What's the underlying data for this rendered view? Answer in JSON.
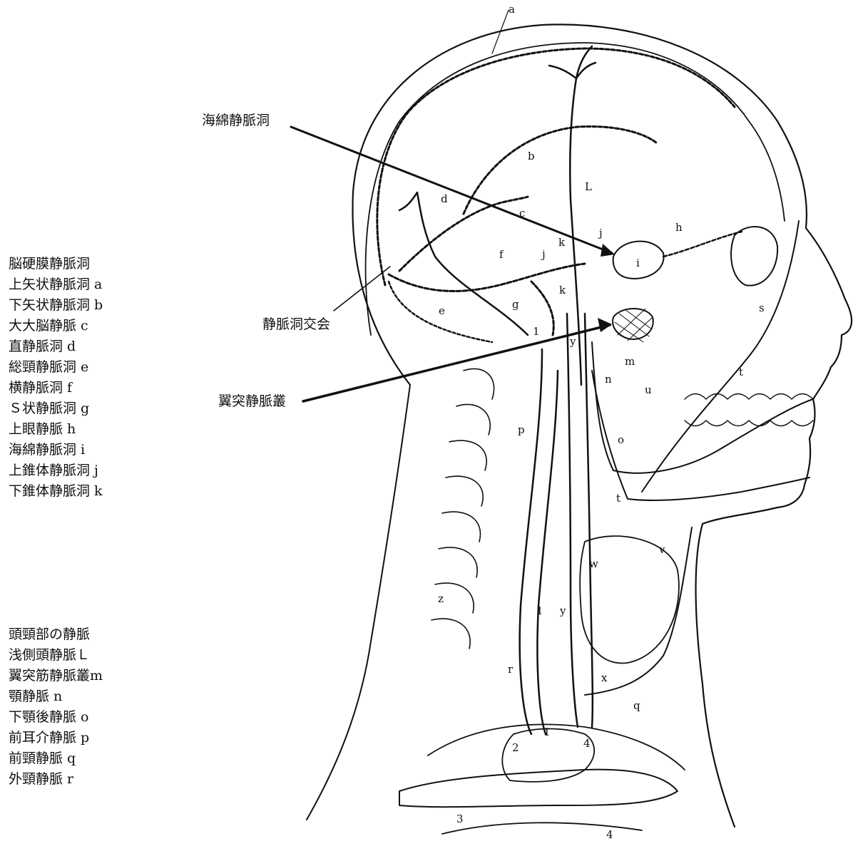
{
  "callouts": {
    "cavernous_sinus": "海綿静脈洞",
    "confluence": "静脈洞交会",
    "pterygoid_plexus": "翼突静脈叢"
  },
  "legend_sinuses": {
    "heading": "脳硬膜静脈洞",
    "items": [
      "上矢状静脈洞 a",
      "下矢状静脈洞 b",
      "大大脳静脈 c",
      "直静脈洞 d",
      "総頸静脈洞 e",
      "横静脈洞 f",
      "Ｓ状静脈洞 g",
      "上眼静脈 h",
      "海綿静脈洞 i",
      "上錐体静脈洞 j",
      "下錐体静脈洞 k"
    ]
  },
  "legend_veins": {
    "heading": "頭頸部の静脈",
    "items": [
      "浅側頭静脈Ｌ",
      "翼突筋静脈叢m",
      "顎静脈 n",
      "下顎後静脈 o",
      "前耳介静脈 p",
      "前頸静脈 q",
      "外頸静脈 r"
    ]
  },
  "figure_letters": {
    "a": "a",
    "b": "b",
    "c": "c",
    "d": "d",
    "e": "e",
    "f": "f",
    "g": "g",
    "h": "h",
    "i": "i",
    "j": "j",
    "k": "k",
    "L": "L",
    "m": "m",
    "n": "n",
    "o": "o",
    "p": "p",
    "q": "q",
    "r": "r",
    "s": "s",
    "t": "t",
    "u": "u",
    "v": "v",
    "w": "w",
    "x": "x",
    "y": "y",
    "z": "z",
    "n1": "1",
    "n2": "2",
    "n3": "3",
    "n4": "4"
  }
}
